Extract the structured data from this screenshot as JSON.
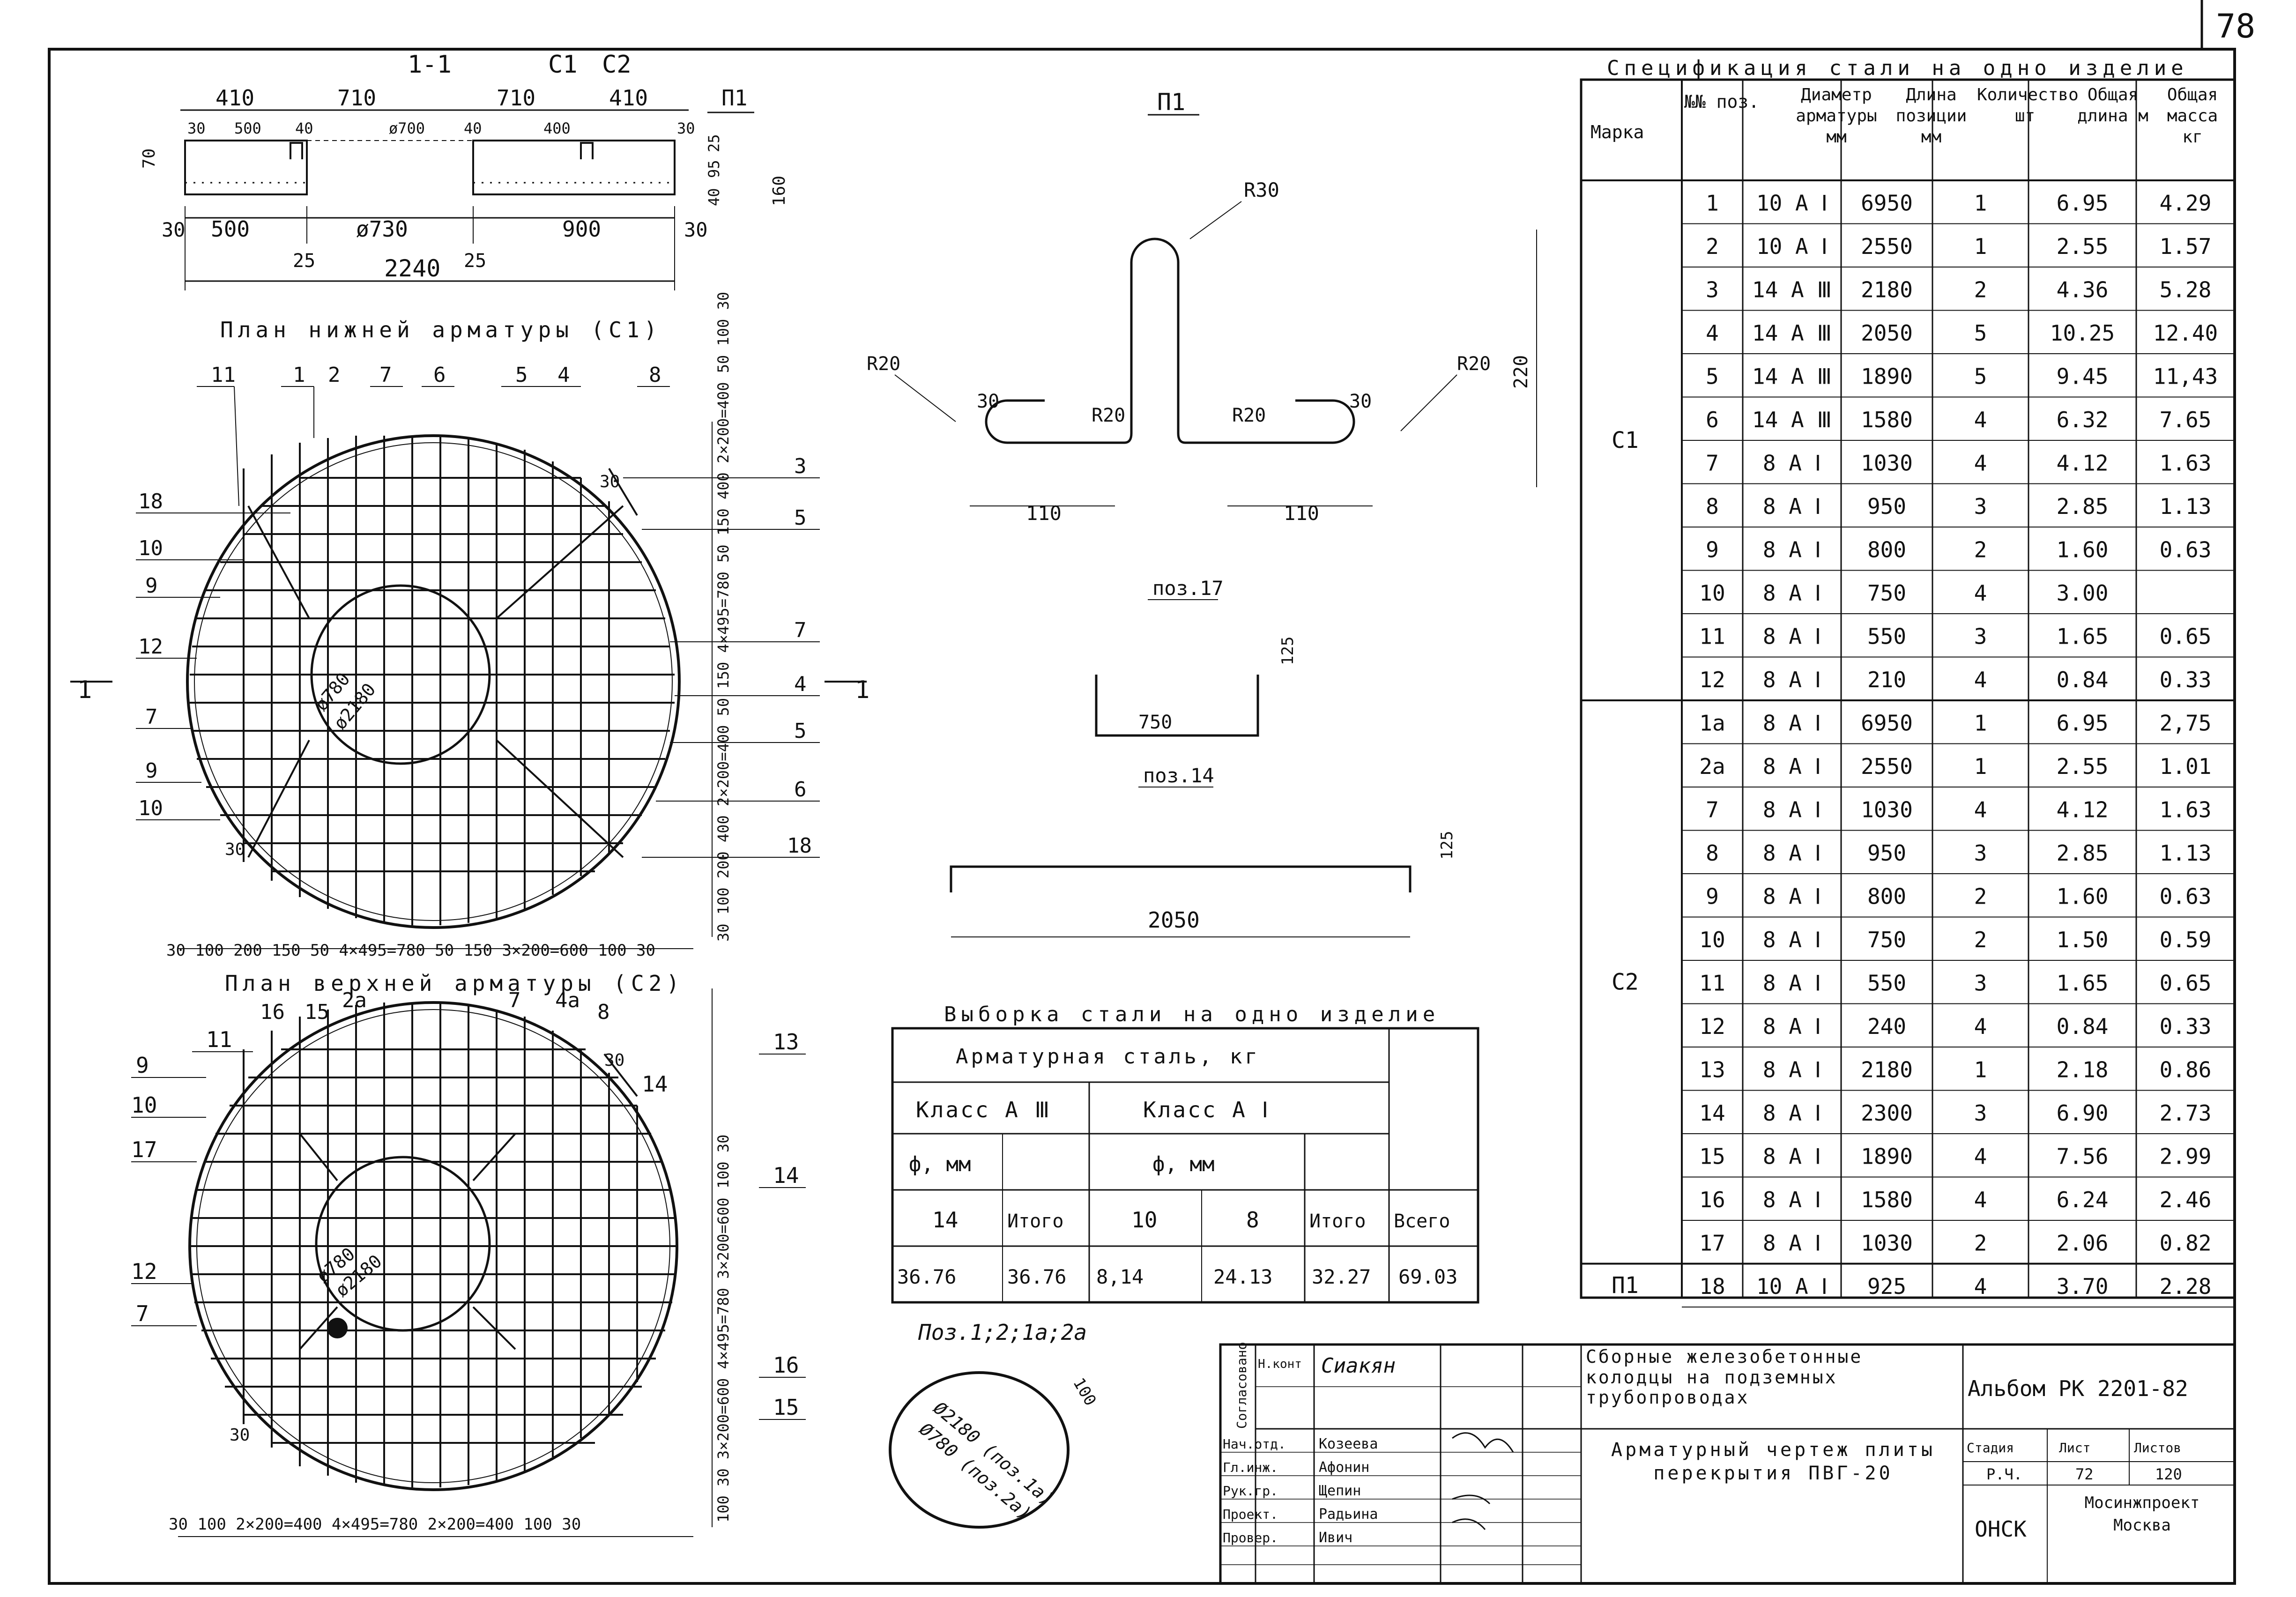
{
  "sheet_number": "78",
  "section_1_1": {
    "labels": [
      "1-1",
      "С1",
      "С2"
    ],
    "top_dims": [
      "410",
      "710",
      "710",
      "410"
    ],
    "sub_dims": [
      "30",
      "500",
      "40",
      "ø700",
      "40",
      "400",
      "30"
    ],
    "side_dims": [
      "70",
      "40",
      "95",
      "25",
      "160"
    ],
    "bottom_dims": [
      "30",
      "500",
      "ø730",
      "900",
      "30"
    ],
    "gap_dims": [
      "25",
      "25"
    ],
    "total": "2240",
    "pos_label": "П1"
  },
  "plan_lower": {
    "title": "План нижней арматуры (С1)",
    "top_labels": [
      "11",
      "1",
      "2",
      "7",
      "6",
      "5",
      "4",
      "8"
    ],
    "left_labels": [
      "18",
      "10",
      "9",
      "12",
      "7",
      "9",
      "10"
    ],
    "right_labels": [
      "3",
      "5",
      "7",
      "4",
      "5",
      "6",
      "18"
    ],
    "circle_labels": [
      "ø780",
      "ø2180"
    ],
    "corner": "30",
    "section_mark": "1",
    "right_dims": "30 100 200 400 2×200=400 50 150 4×495=780 50 150 400 2×200=400 50 100 30",
    "bottom_dims": "30 100 200 150 50 4×495=780 50 150 3×200=600 100 30"
  },
  "plan_upper": {
    "title": "План верхней арматуры (С2)",
    "top_labels": [
      "16",
      "15",
      "2а",
      "7",
      "4а",
      "8"
    ],
    "left_labels": [
      "11",
      "9",
      "10",
      "17",
      "12",
      "7"
    ],
    "right_labels": [
      "13",
      "14",
      "14",
      "16",
      "15"
    ],
    "circle_labels": [
      "ø780",
      "ø2180"
    ],
    "corner": "30",
    "right_dims": "100 30 3×200=600 4×495=780 3×200=600 100 30",
    "bottom_dims": "30 100 2×200=400 4×495=780 2×200=400 100 30"
  },
  "p1_detail": {
    "title": "П1",
    "labels": [
      "R30",
      "R20",
      "R20",
      "R20",
      "R20",
      "30",
      "30",
      "110",
      "110",
      "220"
    ],
    "caption": "поз.17"
  },
  "pos14": {
    "len": "750",
    "h": "125",
    "caption": "поз.14"
  },
  "pos4": {
    "len": "2050",
    "h": "125"
  },
  "ring": {
    "caption": "Поз.1;2;1а;2а",
    "labels": [
      "Ø2180 (поз.1а)",
      "Ø780 (поз.2а)"
    ],
    "dim": "100"
  },
  "summary": {
    "title": "Выборка стали на одно изделие",
    "header_main": "Арматурная сталь, кг",
    "class_a3": "Класс А Ⅲ",
    "class_a1": "Класс А Ⅰ",
    "phi_mm": "ф, мм",
    "phi_mm2": "ф, мм",
    "itogo": "Итого",
    "vsego": "Всего",
    "d14": "14",
    "d10": "10",
    "d8": "8",
    "values": [
      "36.76",
      "36.76",
      "8,14",
      "24.13",
      "32.27",
      "69.03"
    ]
  },
  "spec": {
    "title": "Спецификация стали на одно изделие",
    "headers": [
      "Марка",
      "№№ поз.",
      "Диаметр арматуры мм",
      "Длина позиции мм",
      "Количество шт",
      "Общая длина м",
      "Общая масса кг"
    ],
    "groups": [
      {
        "mark": "С1",
        "rows": [
          [
            "1",
            "10 А Ⅰ",
            "6950",
            "1",
            "6.95",
            "4.29"
          ],
          [
            "2",
            "10 А Ⅰ",
            "2550",
            "1",
            "2.55",
            "1.57"
          ],
          [
            "3",
            "14 А Ⅲ",
            "2180",
            "2",
            "4.36",
            "5.28"
          ],
          [
            "4",
            "14 А Ⅲ",
            "2050",
            "5",
            "10.25",
            "12.40"
          ],
          [
            "5",
            "14 А Ⅲ",
            "1890",
            "5",
            "9.45",
            "11,43"
          ],
          [
            "6",
            "14 А Ⅲ",
            "1580",
            "4",
            "6.32",
            "7.65"
          ],
          [
            "7",
            "8 А Ⅰ",
            "1030",
            "4",
            "4.12",
            "1.63"
          ],
          [
            "8",
            "8 А Ⅰ",
            "950",
            "3",
            "2.85",
            "1.13"
          ],
          [
            "9",
            "8 А Ⅰ",
            "800",
            "2",
            "1.60",
            "0.63"
          ],
          [
            "10",
            "8 А Ⅰ",
            "750",
            "4",
            "3.00",
            ""
          ],
          [
            "11",
            "8 А Ⅰ",
            "550",
            "3",
            "1.65",
            "0.65"
          ],
          [
            "12",
            "8 А Ⅰ",
            "210",
            "4",
            "0.84",
            "0.33"
          ]
        ]
      },
      {
        "mark": "С2",
        "rows": [
          [
            "1а",
            "8 А Ⅰ",
            "6950",
            "1",
            "6.95",
            "2,75"
          ],
          [
            "2а",
            "8 А Ⅰ",
            "2550",
            "1",
            "2.55",
            "1.01"
          ],
          [
            "7",
            "8 А Ⅰ",
            "1030",
            "4",
            "4.12",
            "1.63"
          ],
          [
            "8",
            "8 А Ⅰ",
            "950",
            "3",
            "2.85",
            "1.13"
          ],
          [
            "9",
            "8 А Ⅰ",
            "800",
            "2",
            "1.60",
            "0.63"
          ],
          [
            "10",
            "8 А Ⅰ",
            "750",
            "2",
            "1.50",
            "0.59"
          ],
          [
            "11",
            "8 А Ⅰ",
            "550",
            "3",
            "1.65",
            "0.65"
          ],
          [
            "12",
            "8 А Ⅰ",
            "240",
            "4",
            "0.84",
            "0.33"
          ],
          [
            "13",
            "8 А Ⅰ",
            "2180",
            "1",
            "2.18",
            "0.86"
          ],
          [
            "14",
            "8 А Ⅰ",
            "2300",
            "3",
            "6.90",
            "2.73"
          ],
          [
            "15",
            "8 А Ⅰ",
            "1890",
            "4",
            "7.56",
            "2.99"
          ],
          [
            "16",
            "8 А Ⅰ",
            "1580",
            "4",
            "6.24",
            "2.46"
          ],
          [
            "17",
            "8 А Ⅰ",
            "1030",
            "2",
            "2.06",
            "0.82"
          ]
        ]
      },
      {
        "mark": "П1",
        "rows": [
          [
            "18",
            "10 А Ⅰ",
            "925",
            "4",
            "3.70",
            "2.28"
          ]
        ]
      }
    ]
  },
  "title_block": {
    "approved": "Согласовано",
    "roles": [
      "Н.конт",
      "Нач.отд.",
      "Гл.инж.",
      "Рук.гр.",
      "Проект.",
      "Провер."
    ],
    "names": [
      "Сиакян",
      "Козеева",
      "Афонин",
      "Щепин",
      "Радьина",
      "Ивич"
    ],
    "project": "Сборные железобетонные колодцы на подземных трубопроводах",
    "album": "Альбом РК 2201-82",
    "sheet_title": "Арматурный чертеж плиты перекрытия ПВГ-20",
    "stage_h": "Стадия",
    "sheet_h": "Лист",
    "sheets_h": "Листов",
    "stage": "Р.Ч.",
    "sheet": "72",
    "sheets": "120",
    "org_code": "ОНСК",
    "org": "Мосинжпроект Москва"
  }
}
